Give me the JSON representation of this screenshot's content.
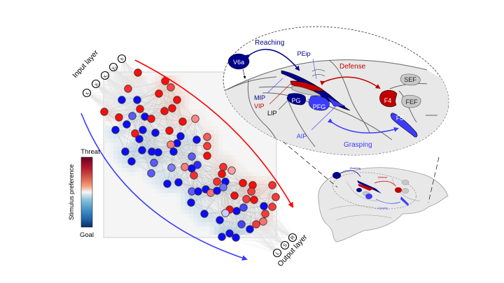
{
  "network": {
    "input_layer_label": "Input layer",
    "input_units": [
      "x",
      "y",
      "x",
      "y",
      "b"
    ],
    "input_unit_subscripts": [
      "t",
      "t",
      "o",
      "o",
      ""
    ],
    "output_layer_label": "Output layer",
    "output_units": [
      "L",
      "S",
      "R"
    ],
    "arrow_threat_color": "#ff0000",
    "arrow_goal_color": "#3a3aff",
    "nodes": [
      {
        "v": 0.95
      },
      {
        "v": 0.95
      },
      {
        "v": 0.7
      },
      {
        "v": 0.8
      },
      {
        "v": 0.95
      },
      {
        "v": 0.95
      },
      {
        "v": -0.95
      },
      {
        "v": -0.95
      },
      {
        "v": 0.95
      },
      {
        "v": 0.95
      },
      {
        "v": 0.95
      },
      {
        "v": 0.95
      },
      {
        "v": 0.95
      },
      {
        "v": -0.6
      },
      {
        "v": -0.95
      },
      {
        "v": 0.95
      },
      {
        "v": 0.95
      },
      {
        "v": 0.4
      },
      {
        "v": -0.95
      },
      {
        "v": -0.95
      },
      {
        "v": -0.95
      },
      {
        "v": 0.95
      },
      {
        "v": 0.9
      },
      {
        "v": -0.95
      },
      {
        "v": -0.95
      },
      {
        "v": -0.95
      },
      {
        "v": -0.95
      },
      {
        "v": 0.6
      },
      {
        "v": -0.95
      },
      {
        "v": 0.45
      },
      {
        "v": 0.75
      },
      {
        "v": -0.95
      },
      {
        "v": -0.95
      },
      {
        "v": -0.95
      },
      {
        "v": -0.95
      },
      {
        "v": -0.95
      },
      {
        "v": 0.95
      },
      {
        "v": -0.95
      },
      {
        "v": -0.6
      },
      {
        "v": -0.6
      },
      {
        "v": -0.8
      },
      {
        "v": 0.45
      },
      {
        "v": -0.95
      },
      {
        "v": -0.45
      },
      {
        "v": 0.8
      },
      {
        "v": 0.3
      },
      {
        "v": 0.95
      },
      {
        "v": 0.8
      },
      {
        "v": -0.6
      },
      {
        "v": 0.8
      },
      {
        "v": -0.95
      },
      {
        "v": -0.95
      },
      {
        "v": -0.95
      },
      {
        "v": 0.95
      },
      {
        "v": 0.95
      },
      {
        "v": 0.8
      },
      {
        "v": -0.5
      },
      {
        "v": -0.95
      },
      {
        "v": -0.6
      },
      {
        "v": -0.95
      },
      {
        "v": 0.5
      },
      {
        "v": -0.95
      },
      {
        "v": 0.75
      },
      {
        "v": 0.95
      },
      {
        "v": 0.75
      },
      {
        "v": -0.95
      },
      {
        "v": 0.75
      },
      {
        "v": 0.95
      },
      {
        "v": -0.95
      },
      {
        "v": 0.75
      },
      {
        "v": 0.95
      },
      {
        "v": -0.95
      },
      {
        "v": -0.7
      },
      {
        "v": -0.95
      },
      {
        "v": -0.1
      },
      {
        "v": 0.75
      },
      {
        "v": -0.95
      },
      {
        "v": -0.7
      },
      {
        "v": 0.75
      },
      {
        "v": 0.5
      },
      {
        "v": -0.95
      },
      {
        "v": -0.95
      },
      {
        "v": -0.95
      },
      {
        "v": -0.95
      }
    ]
  },
  "colorbar": {
    "axis_label": "Stimulus preference",
    "top_label": "Threat",
    "bottom_label": "Goal"
  },
  "brain_inset": {
    "actions": {
      "reaching": "Reaching",
      "defense": "Defense",
      "grasping": "Grasping"
    },
    "areas": {
      "v6a": "V6a",
      "peip": "PEip",
      "mip": "MIP",
      "vip": "VIP",
      "lip": "LIP",
      "pg": "PG",
      "pfg": "PFG",
      "aip": "AIP",
      "f4": "F4",
      "f5": "F5",
      "sef": "SEF",
      "fef": "FEF"
    },
    "colors": {
      "reaching": "#00008b",
      "defense": "#c00000",
      "grasping": "#3c3cff",
      "neutral_area": "#c8c8c8"
    }
  }
}
